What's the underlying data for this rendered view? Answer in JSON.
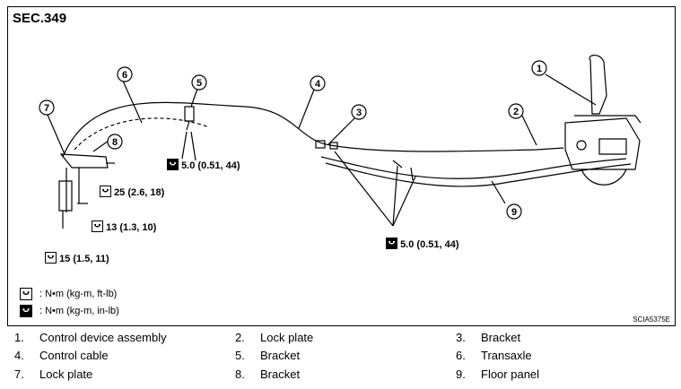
{
  "section_title": "SEC.349",
  "reference_code": "SCIA5375E",
  "callouts": [
    {
      "number": "1"
    },
    {
      "number": "2"
    },
    {
      "number": "3"
    },
    {
      "number": "4"
    },
    {
      "number": "5"
    },
    {
      "number": "6"
    },
    {
      "number": "7"
    },
    {
      "number": "8"
    },
    {
      "number": "9"
    }
  ],
  "torque_labels": [
    {
      "value": "5.0 (0.51, 44)",
      "icon": "torque-wrench-in-lb-icon"
    },
    {
      "value": "25 (2.6, 18)",
      "icon": "torque-wrench-ft-lb-icon"
    },
    {
      "value": "13 (1.3, 10)",
      "icon": "torque-wrench-ft-lb-icon"
    },
    {
      "value": "15 (1.5, 11)",
      "icon": "torque-wrench-ft-lb-icon"
    },
    {
      "value": "5.0 (0.51, 44)",
      "icon": "torque-wrench-in-lb-icon"
    }
  ],
  "legend": [
    {
      "icon": "torque-wrench-ft-lb-icon",
      "text": ": N•m (kg-m, ft-lb)"
    },
    {
      "icon": "torque-wrench-in-lb-icon",
      "text": ": N•m (kg-m, in-lb)"
    }
  ],
  "parts": [
    {
      "num": "1.",
      "name": "Control device assembly"
    },
    {
      "num": "2.",
      "name": "Lock plate"
    },
    {
      "num": "3.",
      "name": "Bracket"
    },
    {
      "num": "4.",
      "name": "Control cable"
    },
    {
      "num": "5.",
      "name": "Bracket"
    },
    {
      "num": "6.",
      "name": "Transaxle"
    },
    {
      "num": "7.",
      "name": "Lock plate"
    },
    {
      "num": "8.",
      "name": "Bracket"
    },
    {
      "num": "9.",
      "name": "Floor panel"
    }
  ]
}
